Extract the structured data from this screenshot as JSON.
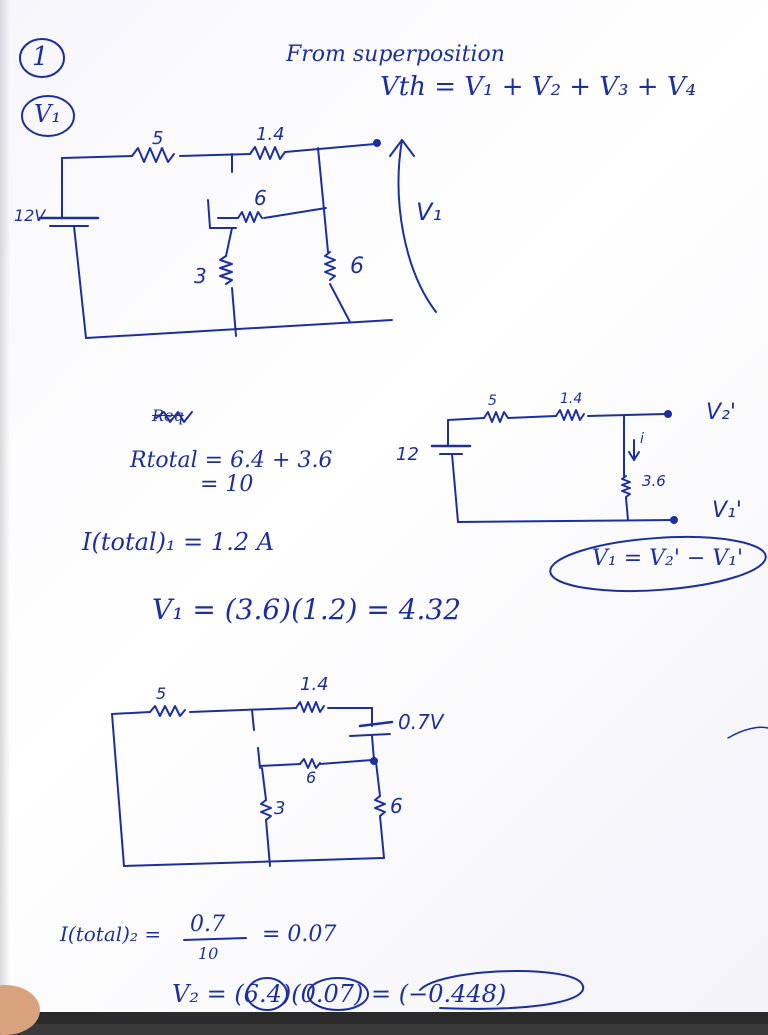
{
  "heading": {
    "question_number": "1",
    "part_label": "V₁",
    "method_title": "From superposition",
    "thevenin_equation": "Vth = V₁ + V₂ + V₃ + V₄"
  },
  "circuit1": {
    "source": "12V",
    "r_left": "5",
    "r_top": "1.4",
    "r_middle": "6",
    "r_left_branch": "3",
    "r_right_branch": "6",
    "output_label": "V₁"
  },
  "calc1": {
    "crossed_out": "Req",
    "r_total_line": "Rtotal = 6.4 + 3.6",
    "r_total_result": "= 10",
    "i_total_line": "I(total)₁ = 1.2 A",
    "v1_line": "V₁ = (3.6)(1.2) = 4.32"
  },
  "circuit2": {
    "source": "12",
    "r_left": "5",
    "r_top": "1.4",
    "r_shunt": "3.6",
    "current_label": "i",
    "top_node": "V₂'",
    "bottom_node": "V₁'",
    "relation": "V₁ = V₂' − V₁'"
  },
  "circuit3": {
    "r_left": "5",
    "r_top": "1.4",
    "source": "0.7V",
    "r_middle": "6",
    "r_left_branch": "3",
    "r_right_branch": "6"
  },
  "calc2": {
    "i_total_prefix": "I(total)₂ =",
    "numerator": "0.7",
    "denominator": "10",
    "i_total_result": "= 0.07",
    "v2_line": "V₂ = (6.4)(0.07) = (−0.448)"
  }
}
